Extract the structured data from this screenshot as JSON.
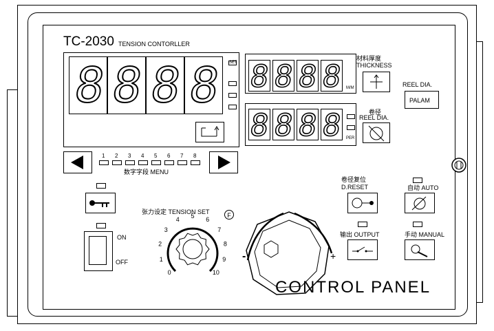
{
  "header": {
    "model": "TC-2030",
    "subtitle": "TENSION CONTORLLER"
  },
  "main_display": {
    "digits": "8888"
  },
  "main_indicators": [
    "SET",
    "",
    "",
    ""
  ],
  "thickness_display": {
    "digits": "8.8.8.8",
    "unit": "M/M"
  },
  "reel_display": {
    "digits": "8888",
    "unit": "PER"
  },
  "thickness_label": {
    "cjk": "材料厚度",
    "en": "THICKNESS"
  },
  "reel_dia_label": {
    "cjk": "卷径",
    "en": "REEL DIA."
  },
  "reel_dia_side": {
    "en": "REEL DIA.",
    "btn": "PALAM"
  },
  "menu": {
    "numbers": [
      "1",
      "2",
      "3",
      "4",
      "5",
      "6",
      "7",
      "8"
    ],
    "label": "数字字段 MENU"
  },
  "tension_set": {
    "label": "张力设定 TENSION SET",
    "f_mark": "F",
    "scale": [
      "0",
      "1",
      "2",
      "3",
      "4",
      "5",
      "6",
      "7",
      "8",
      "9",
      "10"
    ]
  },
  "power": {
    "on": "ON",
    "off": "OFF"
  },
  "knob": {
    "minus": "-",
    "plus": "+"
  },
  "buttons": {
    "d_reset": "卷径复位 D.RESET",
    "auto": "自动 AUTO",
    "output": "输出 OUTPUT",
    "manual": "手动 MANUAL"
  },
  "footer": {
    "title": "CONTROL PANEL"
  }
}
